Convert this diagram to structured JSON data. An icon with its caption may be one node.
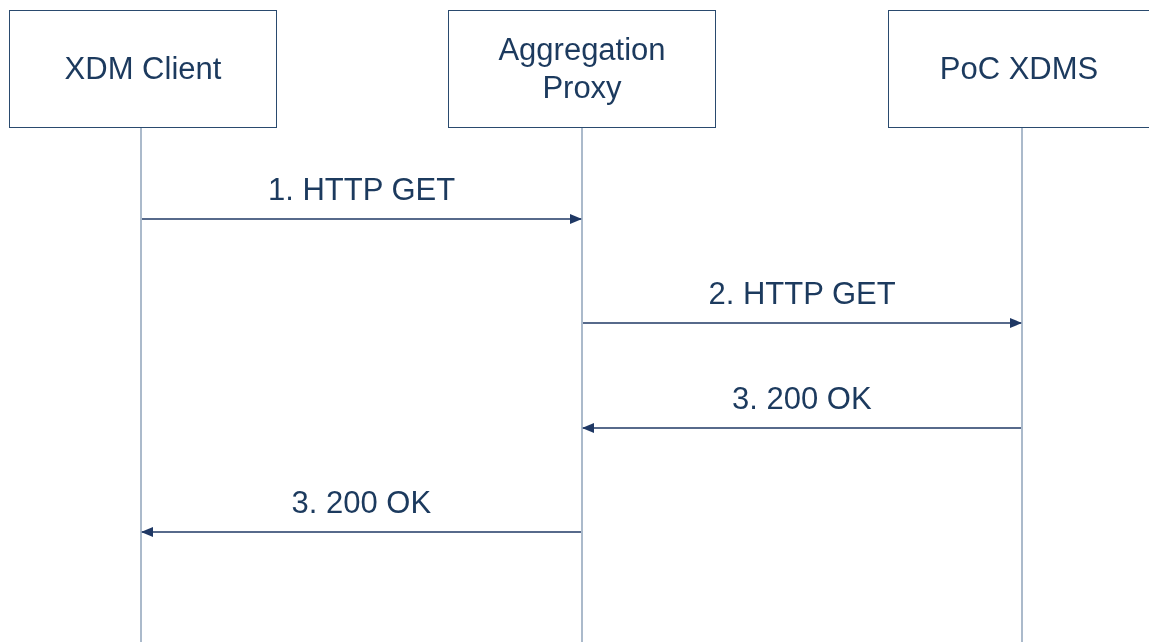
{
  "diagram": {
    "nodes": [
      {
        "text": [
          "XDM Client"
        ]
      },
      {
        "text": [
          "Aggregation Proxy"
        ]
      },
      {
        "text": [
          "PoC XDMS"
        ]
      }
    ],
    "edges": [
      {
        "from": 0,
        "to": 1,
        "arrow": "to",
        "label": "1. HTTP GET"
      },
      {
        "from": 1,
        "to": 2,
        "arrow": "to",
        "label": "2. HTTP GET"
      },
      {
        "from": 2,
        "to": 1,
        "arrow": "to",
        "label": "3. 200 OK"
      },
      {
        "from": 1,
        "to": 0,
        "arrow": "to",
        "label": "3. 200 OK"
      }
    ]
  }
}
